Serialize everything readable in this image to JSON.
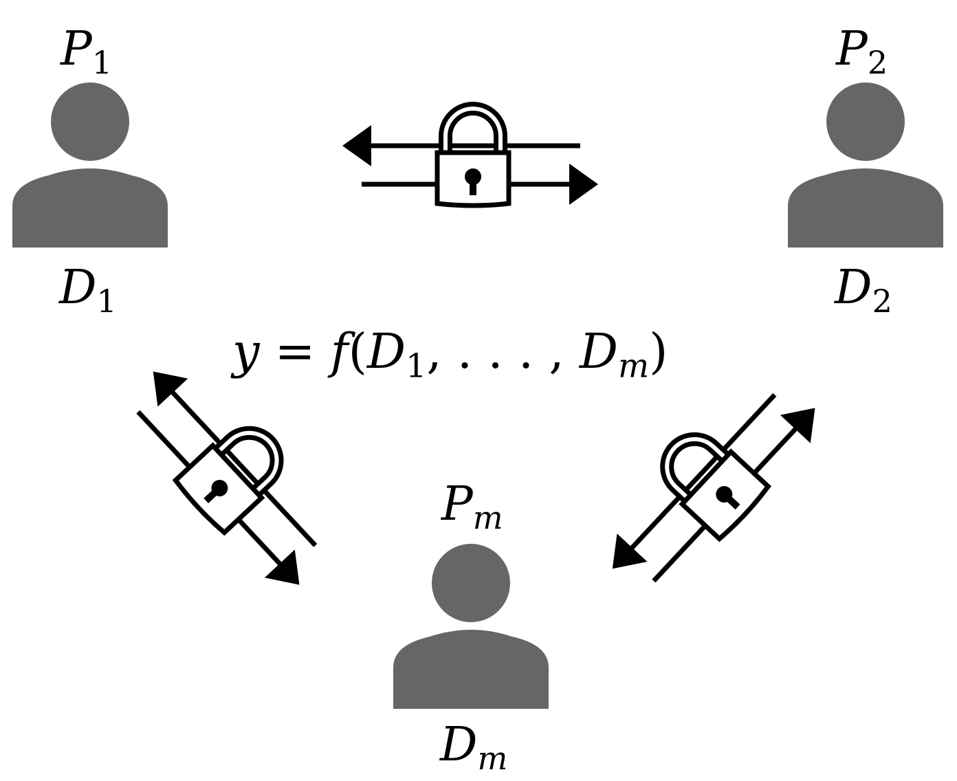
{
  "colors": {
    "person": "#666666",
    "stroke": "#000000",
    "background": "#ffffff"
  },
  "parties": [
    {
      "id": "p1",
      "name": "P",
      "name_sub": "1",
      "data": "D",
      "data_sub": "1",
      "icon": "person-icon"
    },
    {
      "id": "p2",
      "name": "P",
      "name_sub": "2",
      "data": "D",
      "data_sub": "2",
      "icon": "person-icon"
    },
    {
      "id": "pm",
      "name": "P",
      "name_sub": "m",
      "data": "D",
      "data_sub": "m",
      "icon": "person-icon"
    }
  ],
  "formula": {
    "lhs": "y",
    "eq": " = ",
    "func": "f",
    "open": "(",
    "arg1": "D",
    "arg1_sub": "1",
    "sep": ", . . . , ",
    "argm": "D",
    "argm_sub": "m",
    "close": ")"
  },
  "channels": [
    {
      "id": "p1-p2",
      "icon": "padlock-icon",
      "direction": "bidirectional"
    },
    {
      "id": "p1-pm",
      "icon": "padlock-icon",
      "direction": "bidirectional"
    },
    {
      "id": "p2-pm",
      "icon": "padlock-icon",
      "direction": "bidirectional"
    }
  ]
}
